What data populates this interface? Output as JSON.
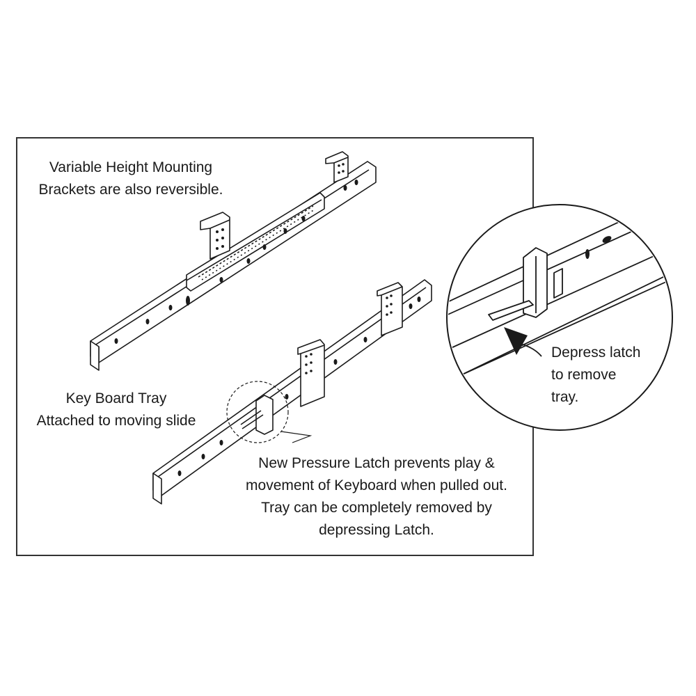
{
  "labels": {
    "brackets": [
      "Variable Height Mounting",
      "Brackets are also reversible."
    ],
    "tray": [
      "Key Board Tray",
      "Attached to moving slide"
    ],
    "latch": [
      "New Pressure  Latch prevents play &",
      "movement of Keyboard when pulled out.",
      "Tray can be completely removed by",
      "depressing Latch."
    ],
    "depress": [
      "Depress latch",
      "to remove",
      "tray."
    ]
  },
  "colors": {
    "line": "#1a1a1a",
    "fill": "#ffffff",
    "frame": "#333333"
  }
}
